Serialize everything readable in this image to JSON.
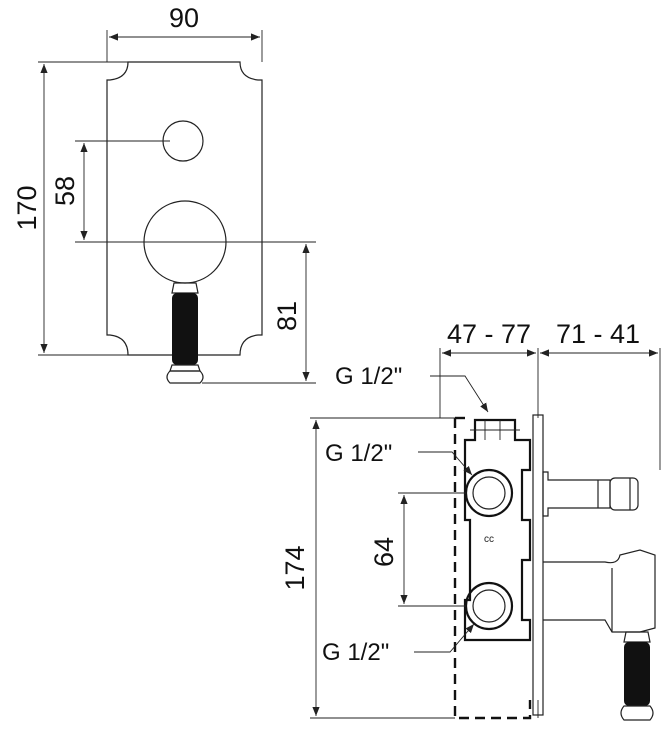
{
  "front_view": {
    "width_dim": "90",
    "height_dim": "170",
    "button_offset_dim": "58",
    "lever_dim": "81"
  },
  "side_view": {
    "depth_min_dim": "47 - 77",
    "depth_max_dim": "71 - 41",
    "height_dim": "174",
    "inlet_spacing_dim": "64",
    "thread_top": "G 1/2\"",
    "thread_upper": "G 1/2\"",
    "thread_lower": "G 1/2\"",
    "small_mark": "cc"
  }
}
